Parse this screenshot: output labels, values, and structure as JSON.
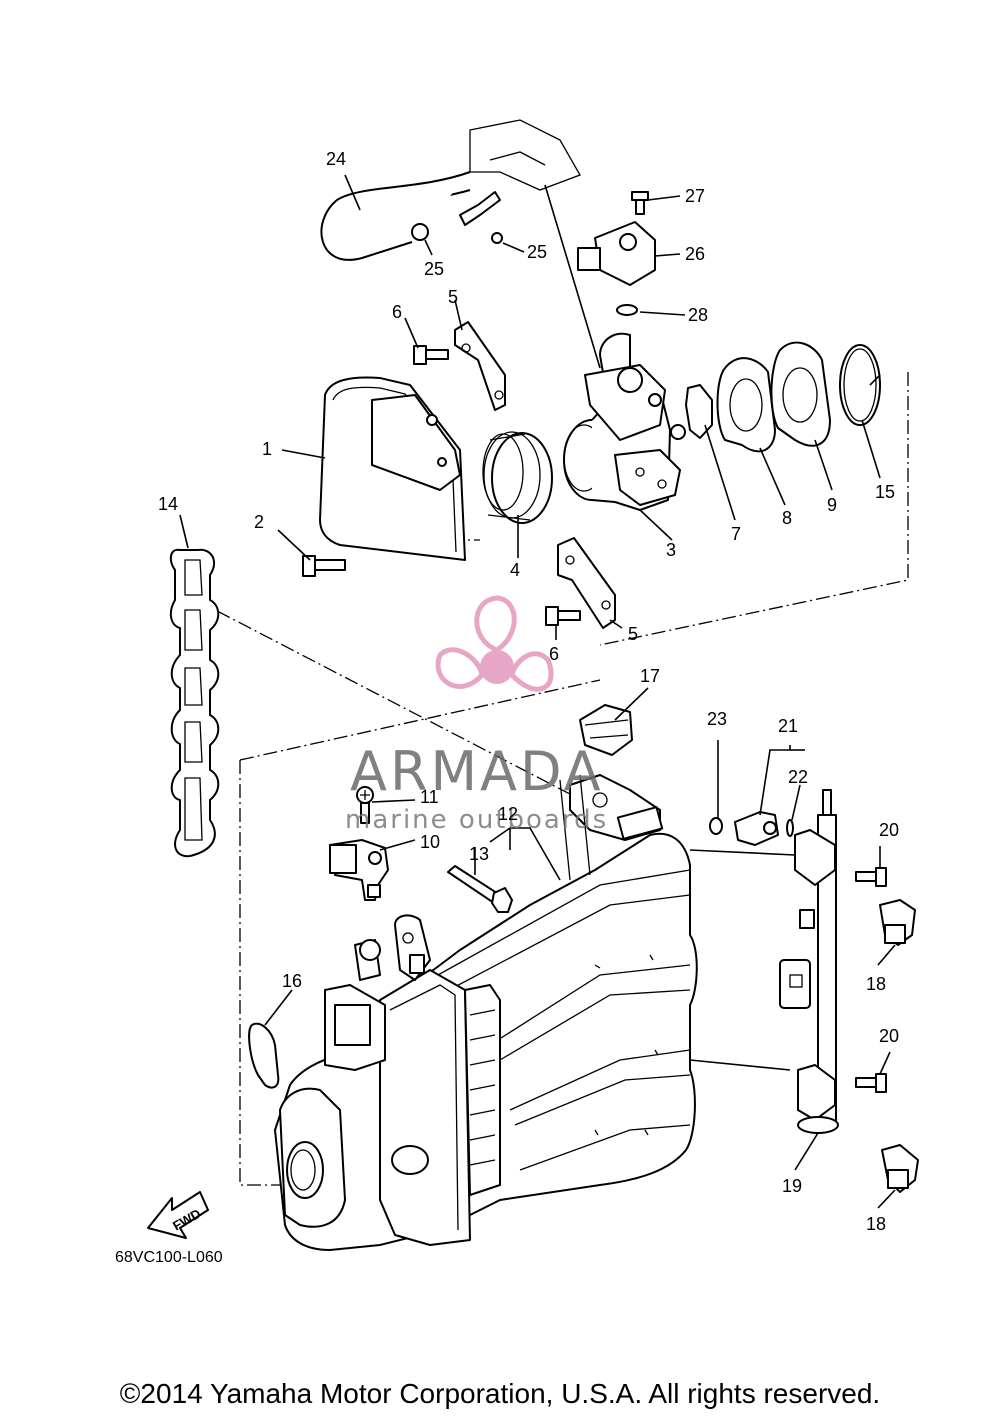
{
  "diagram": {
    "part_numbers": [
      "1",
      "2",
      "3",
      "4",
      "5",
      "5",
      "6",
      "6",
      "7",
      "8",
      "9",
      "10",
      "11",
      "12",
      "13",
      "14",
      "15",
      "16",
      "17",
      "18",
      "18",
      "19",
      "20",
      "20",
      "21",
      "22",
      "23",
      "24",
      "25",
      "25",
      "26",
      "27",
      "28"
    ],
    "fwd_label": "FWD",
    "code": "68VC100-L060"
  },
  "watermark": {
    "brand": "ARMADA",
    "tagline": "marine outboards",
    "accent_color": "#e8a6c6"
  },
  "footer": {
    "copyright": "©2014 Yamaha Motor Corporation, U.S.A. All rights reserved."
  }
}
